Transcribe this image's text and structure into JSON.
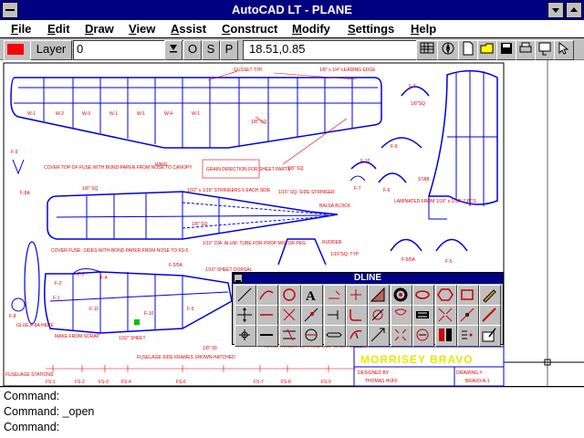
{
  "window": {
    "title": "AutoCAD LT - PLANE"
  },
  "menu": [
    "File",
    "Edit",
    "Draw",
    "View",
    "Assist",
    "Construct",
    "Modify",
    "Settings",
    "Help"
  ],
  "toolbar": {
    "color_swatch": "#ff0000",
    "layer_button": "Layer",
    "layer_value": "0",
    "ortho": "O",
    "snap": "S",
    "paper": "P",
    "coords": "18.51,0.85"
  },
  "drawing": {
    "labels": {
      "gusset": "GUSSET TYP.",
      "leading_edge": "1/8\" x 1/4\" LEADING EDGE",
      "f3": "F-3",
      "stab_sq": "1/8\"SQ",
      "w1": "W-1",
      "w2": "W-2",
      "w3": "W-3",
      "w4": "W-4",
      "sq_18": "1/8\" SQ",
      "wing": "WING",
      "grain": "GRAIN DIRECTION FOR SHEET PARTS",
      "f9": "F-9",
      "f8a": "F-8A",
      "cover_top": "COVER TOP OF FUSE WITH BOND PAPER FROM NOSE TO CANOPY",
      "f10": "F-10",
      "stab": "STAB",
      "f7": "F-7",
      "f6": "F-6",
      "laminated": "LAMINATED FROM 1/16\" x 1/32\" 2 PCS",
      "stringers": "1/32\" x 1/16\" STRINGERS 5 EACH SIDE",
      "sq_stringer": "1/16\" SQ. SIDE STRINGER",
      "balsa_block": "BALSA BLOCK",
      "rudder": "RUDDER",
      "sq_16_typ": "1/16\"SQ. TYP",
      "tube": "1/16\" DIA. ALUM. TUBE FOR PROP MOTOR PEG",
      "cover_sides": "COVER FUSE. SIDES WITH BOND PAPER FROM NOSE TO FS-5",
      "f5a": "F-5/5A",
      "sheet_dorsal": "1/16\" SHEET DORSAL",
      "f4": "F-4",
      "f5": "F-5",
      "f1": "F-1",
      "f11": "F-11",
      "f2": "F-2",
      "f8": "F-8",
      "glue": "GLUE F-8A HERE",
      "make_scrap": "MAKE FROM SCRAP",
      "sheet_32": "1/32\" SHEET",
      "fuselage_side": "FUSELAGE SIDE FRAMES SHOWN HATCHED",
      "make_three": "MAKE THREE F-10 ... AND 1/16\" SHEET BALSA",
      "sq_90": "1/8\" 90",
      "stations": "FUSELAGE STATIONS",
      "fs1": "FS-1",
      "fs2": "FS-2",
      "fs3": "FS-3",
      "fs4": "FS-4",
      "fs6": "FS-6",
      "fs7": "FS-7",
      "fs8": "FS-8",
      "fs9": "FS-9",
      "designer": "MORRISEY BRAVO",
      "designed_by": "DESIGNED BY",
      "drawing_no": "DRAWING #",
      "designer_name": "THOMAS HUFF",
      "drawing_val": "BRAVO-A-1"
    }
  },
  "palette": {
    "title": "DLINE",
    "row1": [
      "line-icon",
      "arc-icon",
      "circle-icon",
      "text-icon",
      "dimension-icon",
      "point-icon",
      "hatch-icon",
      "donut-icon",
      "ellipse-icon",
      "polygon-icon",
      "rectangle-icon",
      "pencil-icon"
    ],
    "row2": [
      "move-icon",
      "erase-icon",
      "break-icon",
      "trim-icon",
      "extend-icon",
      "fillet-icon",
      "chamfer-icon",
      "attdef-icon",
      "explode-icon",
      "array-icon",
      "stretch-icon",
      "scale-icon"
    ],
    "row3": [
      "copy-icon",
      "undo-icon",
      "mirror-icon",
      "rotate-icon",
      "offset-icon",
      "change-icon",
      "pedit-icon",
      "dtext-icon",
      "block-icon",
      "insert-icon",
      "dline-icon",
      "edit-icon"
    ]
  },
  "command": {
    "lines": [
      "Command:",
      "Command: _open",
      "Command:"
    ]
  }
}
